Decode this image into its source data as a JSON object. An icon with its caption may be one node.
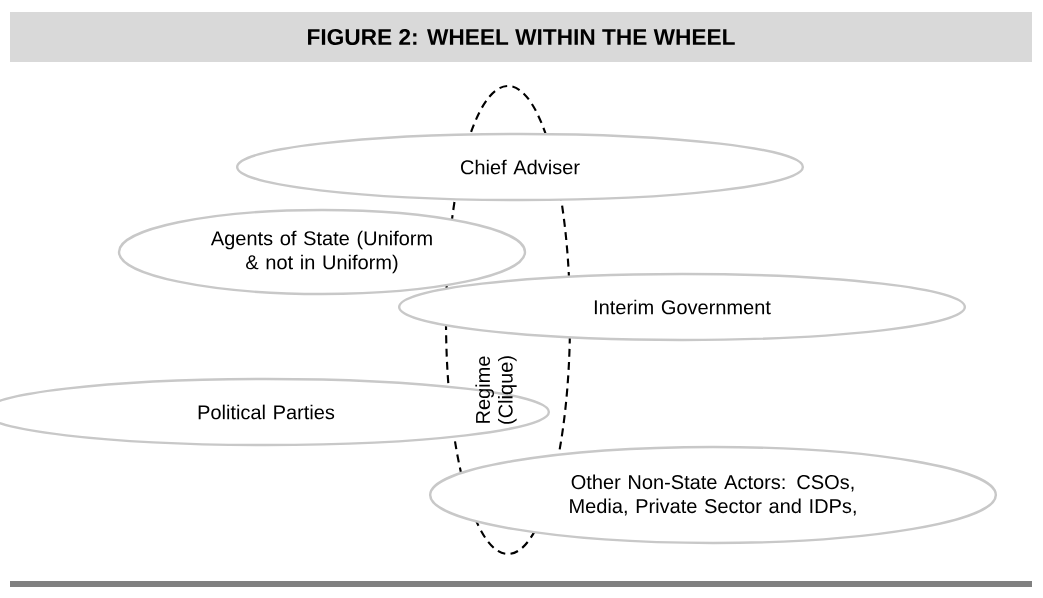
{
  "diagram": {
    "title": "FIGURE 2: WHEEL WITHIN THE WHEEL",
    "nodes": [
      {
        "text": [
          "Regime (Clique)"
        ]
      },
      {
        "text": [
          "Chief Adviser"
        ]
      },
      {
        "text": [
          "Agents of State (Uniform & not in Uniform)"
        ]
      },
      {
        "text": [
          "Interim Government"
        ]
      },
      {
        "text": [
          "Political Parties"
        ]
      },
      {
        "text": [
          "Other Non-State Actors: CSOs, Media, Private Sector and IDPs,"
        ]
      }
    ]
  }
}
